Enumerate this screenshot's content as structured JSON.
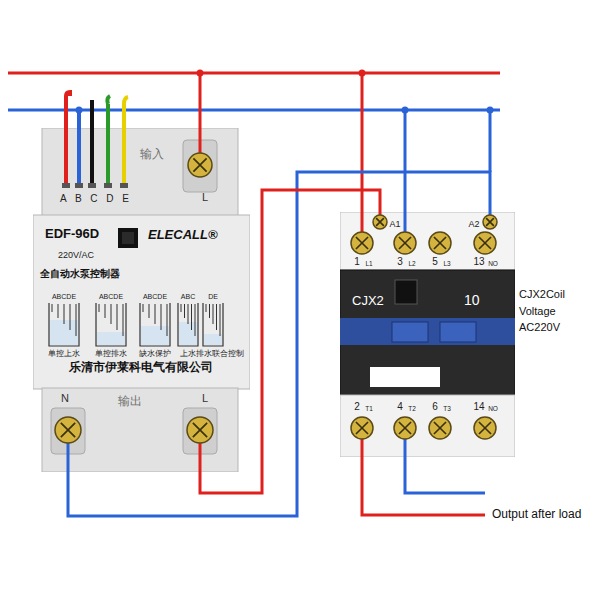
{
  "diagram": {
    "nodes": [
      {
        "text": [
          "EDF-96D",
          "ELECALL®",
          "220V/AC",
          "全自动水泵控制器",
          "乐清市伊莱科电气有限公司"
        ]
      },
      {
        "text": [
          "CJX2",
          "10"
        ]
      }
    ],
    "edges": [
      {
        "from": 0,
        "to": 1,
        "arrow": "none"
      },
      {
        "from": 0,
        "to": 1,
        "arrow": "none"
      }
    ],
    "labels": [
      "A B C D E",
      "输入",
      "L",
      "ABCDE",
      "ABCDE",
      "ABCDE",
      "ABC",
      "DE",
      "单控上水",
      "单控排水",
      "缺水保护",
      "上水排水联合控制",
      "N",
      "输出",
      "L",
      "A1",
      "A2",
      "1",
      "L1",
      "3",
      "L2",
      "5",
      "L3",
      "13",
      "NO",
      "2",
      "T1",
      "4",
      "T2",
      "6",
      "T3",
      "14",
      "NO",
      "CJX2Coil Voltage AC220V",
      "Output after load"
    ]
  }
}
